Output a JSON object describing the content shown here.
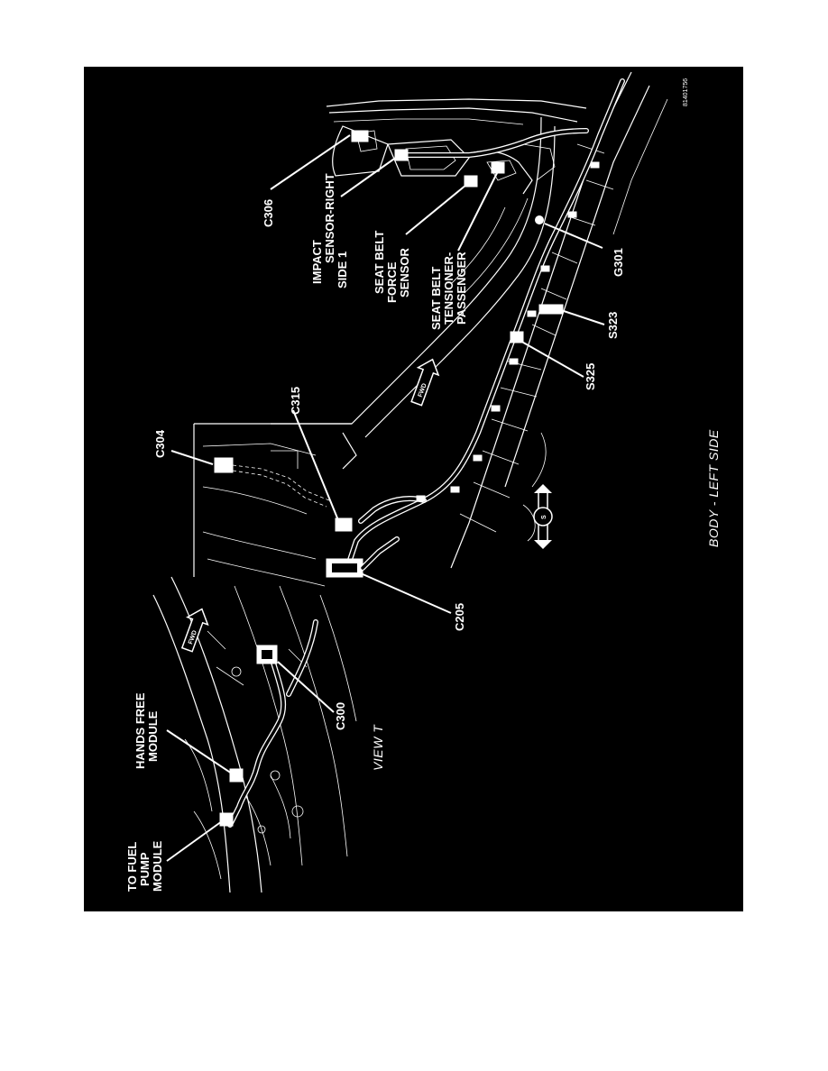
{
  "figure_id": "81401756",
  "caption": "BODY - LEFT SIDE",
  "view_label": "VIEW T",
  "fwd_text": "FWD",
  "s_text": "S",
  "colors": {
    "background": "#000000",
    "ink": "#ffffff",
    "page": "#ffffff"
  },
  "labels": {
    "c306": "C306",
    "impact_sensor": [
      "IMPACT",
      "SENSOR-RIGHT",
      "SIDE 1"
    ],
    "seat_belt_force": [
      "SEAT BELT",
      "FORCE",
      "SENSOR"
    ],
    "seat_belt_tensioner": [
      "SEAT BELT",
      "TENSIONER-",
      "PASSENGER"
    ],
    "g301": "G301",
    "s323": "S323",
    "s325": "S325",
    "c304": "C304",
    "c315": "C315",
    "c205": "C205",
    "c300": "C300",
    "hands_free": [
      "HANDS FREE",
      "MODULE"
    ],
    "fuel_pump": [
      "TO FUEL",
      "PUMP",
      "MODULE"
    ]
  }
}
